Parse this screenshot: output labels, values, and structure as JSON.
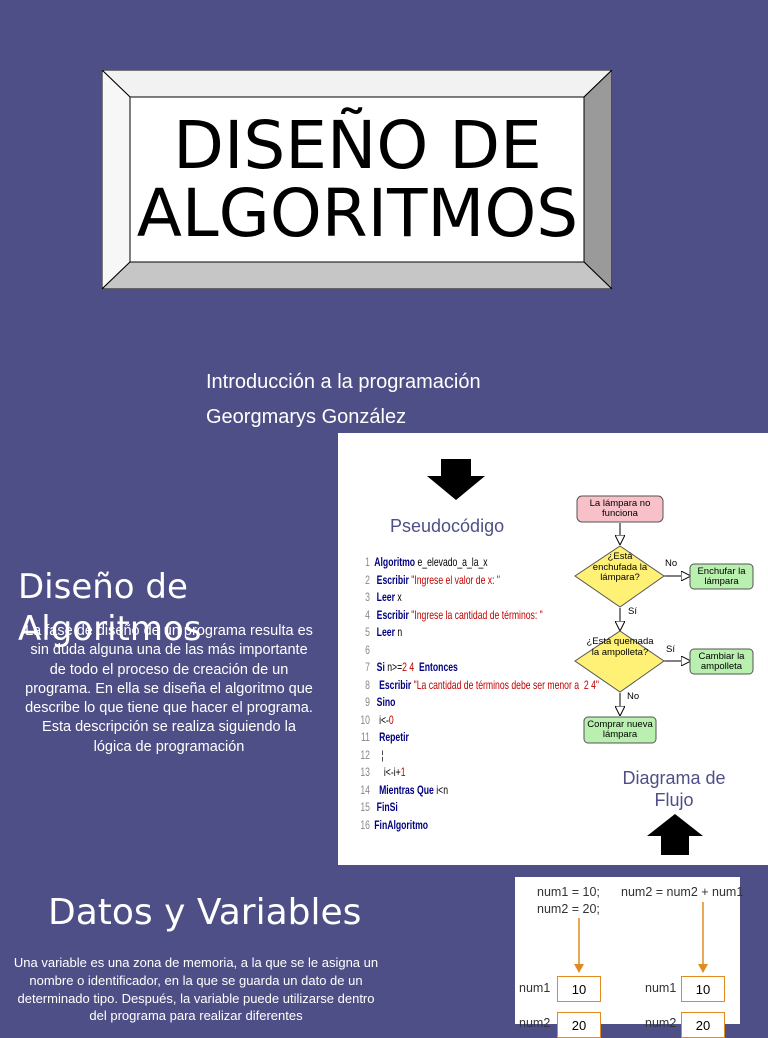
{
  "slide1": {
    "title_line1": "DISEÑO DE",
    "title_line2": "ALGORITMOS",
    "subtitle": "Introducción a la programación",
    "author": "Georgmarys González"
  },
  "slide2": {
    "heading_line1": "Diseño de",
    "heading_line2": "Algoritmos",
    "body": "La fase de diseño de un programa resulta es sin duda alguna una de las más importante de todo el proceso de creación de un programa. En ella se diseña el algoritmo que describe lo que tiene que hacer el programa. Esta descripción se realiza siguiendo la lógica de programación",
    "pseudo_label": "Pseudocódigo",
    "flow_label": "Diagrama de Flujo",
    "code": [
      {
        "n": "1",
        "parts": [
          [
            "kw",
            "Algoritmo "
          ],
          [
            "",
            "e_elevado_a_la_x"
          ]
        ]
      },
      {
        "n": "2",
        "parts": [
          [
            "kw",
            " Escribir "
          ],
          [
            "str",
            "\"Ingrese el valor de x: \""
          ]
        ]
      },
      {
        "n": "3",
        "parts": [
          [
            "kw",
            " Leer "
          ],
          [
            "",
            "x"
          ]
        ]
      },
      {
        "n": "4",
        "parts": [
          [
            "kw",
            " Escribir "
          ],
          [
            "str",
            "\"Ingrese la cantidad de términos: \""
          ]
        ]
      },
      {
        "n": "5",
        "parts": [
          [
            "kw",
            " Leer "
          ],
          [
            "",
            "n"
          ]
        ]
      },
      {
        "n": "6",
        "parts": [
          [
            "",
            ""
          ]
        ]
      },
      {
        "n": "7",
        "parts": [
          [
            "kw",
            " Si "
          ],
          [
            "",
            "n>="
          ],
          [
            "num",
            "2 4"
          ],
          [
            "kw",
            "  Entonces"
          ]
        ]
      },
      {
        "n": "8",
        "parts": [
          [
            "kw",
            "  Escribir "
          ],
          [
            "str",
            "\"La cantidad de términos debe ser menor a  2 4\""
          ]
        ]
      },
      {
        "n": "9",
        "parts": [
          [
            "kw",
            " Sino"
          ]
        ]
      },
      {
        "n": "10",
        "parts": [
          [
            "",
            "  i<-"
          ],
          [
            "num",
            "0"
          ]
        ]
      },
      {
        "n": "11",
        "parts": [
          [
            "kw",
            "  Repetir"
          ]
        ]
      },
      {
        "n": "12",
        "parts": [
          [
            "",
            "   ¦"
          ]
        ]
      },
      {
        "n": "13",
        "parts": [
          [
            "",
            "    i<-i+"
          ],
          [
            "num",
            "1"
          ]
        ]
      },
      {
        "n": "14",
        "parts": [
          [
            "kw",
            "  Mientras Que "
          ],
          [
            "",
            "i<n"
          ]
        ]
      },
      {
        "n": "15",
        "parts": [
          [
            "kw",
            " FinSi"
          ]
        ]
      },
      {
        "n": "16",
        "parts": [
          [
            "kw",
            "FinAlgoritmo"
          ]
        ]
      }
    ],
    "flowchart": {
      "start": "La lámpara no funciona",
      "q1": "¿Está enchufada la lámpara?",
      "q1_no": "No",
      "a1": "Enchufar la lámpara",
      "q1_yes": "Sí",
      "q2": "¿Está quemada la ampolleta?",
      "q2_yes": "Sí",
      "a2": "Cambiar la ampolleta",
      "q2_no": "No",
      "end": "Comprar nueva lámpara"
    }
  },
  "slide3": {
    "heading": "Datos y Variables",
    "body": "Una variable es una zona de memoria, a la que se le asigna un nombre o identificador, en la que se guarda un dato de un determinado tipo. Después, la variable puede utilizarse dentro del programa para realizar diferentes",
    "vars": {
      "code_left_1": "num1 = 10;",
      "code_left_2": "num2 = 20;",
      "code_right": "num2 = num2 + num1",
      "label_num1": "num1",
      "label_num2": "num2",
      "val_10": "10",
      "val_20": "20"
    }
  },
  "colors": {
    "background": "#4f4f87",
    "start_node": "#f8c0c8",
    "decision_node": "#fff176",
    "action_node": "#b9f0b0",
    "var_box_border": "#e08a20"
  }
}
